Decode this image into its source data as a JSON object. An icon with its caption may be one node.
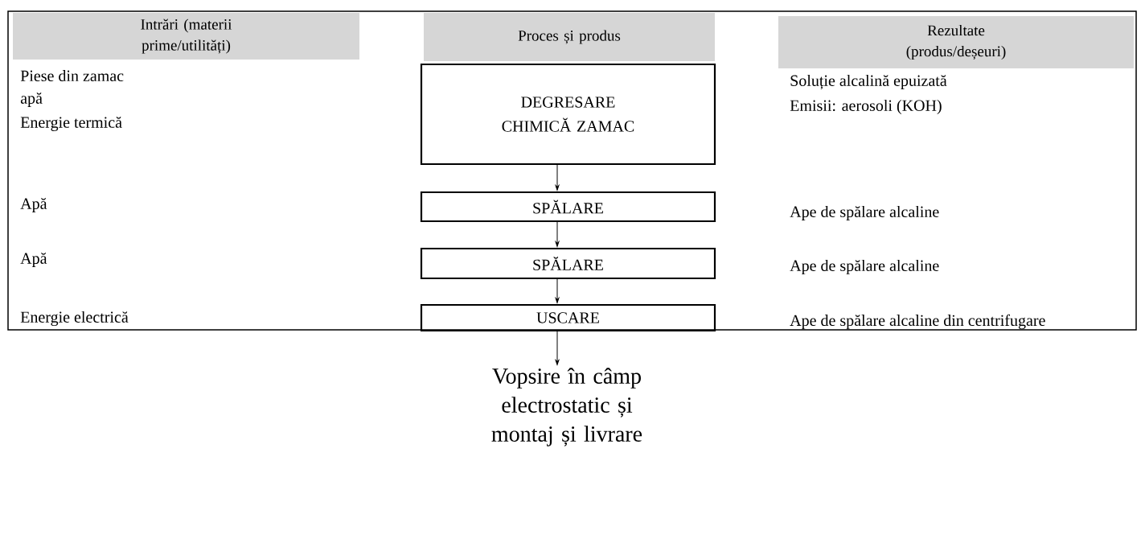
{
  "diagram": {
    "nodes": [
      {
        "text": [
          "Intrări (materii prime/utilități)"
        ]
      },
      {
        "text": [
          "Proces și produs"
        ]
      },
      {
        "text": [
          "Rezultate (produs/deșeuri)"
        ]
      },
      {
        "text": [
          "DEGRESARE CHIMICĂ ZAMAC"
        ]
      },
      {
        "text": [
          "SPĂLARE"
        ]
      },
      {
        "text": [
          "SPĂLARE"
        ]
      },
      {
        "text": [
          "USCARE"
        ]
      },
      {
        "text": [
          "Vopsire în câmp electrostatic și montaj și livrare"
        ]
      }
    ],
    "edges": [
      {
        "from": 3,
        "to": 4,
        "arrow": "to"
      },
      {
        "from": 4,
        "to": 5,
        "arrow": "to"
      },
      {
        "from": 5,
        "to": 6,
        "arrow": "to"
      },
      {
        "from": 6,
        "to": 7,
        "arrow": "to"
      }
    ],
    "labels": [
      "Piese din zamac",
      "apă",
      "Energie termică",
      "Soluție alcalină epuizată",
      "Emisii: aerosoli (KOH)",
      "Apă",
      "Ape de spălare alcaline",
      "Apă",
      "Ape de spălare alcaline",
      "Energie electrică",
      "Ape de spălare alcaline din centrifugare"
    ]
  }
}
